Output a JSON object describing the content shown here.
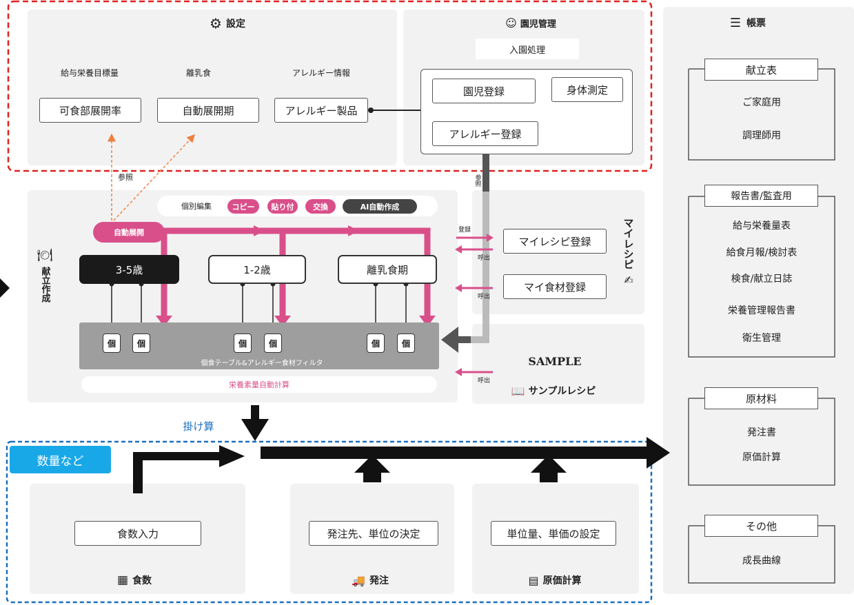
{
  "settings": {
    "title": "設定",
    "items": [
      {
        "label": "給与栄養目標量",
        "value": "可食部展開率"
      },
      {
        "label": "離乳食",
        "value": "自動展開期"
      },
      {
        "label": "アレルギー情報",
        "value": "アレルギー製品"
      }
    ],
    "ref_label": "参照"
  },
  "child_mgmt": {
    "title": "園児管理",
    "admission": "入園処理",
    "register": "園児登録",
    "measure": "身体測定",
    "allergy": "アレルギー登録",
    "link_label": "参照"
  },
  "menu": {
    "title": "献立作成",
    "toolbar": {
      "individual": "個別編集",
      "copy": "コピー",
      "paste": "貼り付",
      "swap": "交換",
      "ai": "AI自動作成"
    },
    "auto": "自動展開",
    "ages": [
      "3-5歳",
      "1-2歳",
      "離乳食期"
    ],
    "individual_mark": "個",
    "filter": "個食テーブル&アレルギー食材フィルタ",
    "calc": "栄養素量自動計算"
  },
  "myrecipe": {
    "title": "マイレシピ",
    "recipe": "マイレシピ登録",
    "ingredient": "マイ食材登録",
    "register_label": "登録",
    "call_label": "呼出"
  },
  "sample": {
    "title": "SAMPLE",
    "label": "サンプルレシピ",
    "call_label": "呼出"
  },
  "multiply": "掛け算",
  "quantity_badge": "数量など",
  "bottom": [
    {
      "box": "食数入力",
      "title": "食数"
    },
    {
      "box": "発注先、単位の決定",
      "title": "発注"
    },
    {
      "box": "単位量、単価の設定",
      "title": "原価計算"
    }
  ],
  "reports": {
    "title": "帳票",
    "groups": [
      {
        "header": "献立表",
        "items": [
          "ご家庭用",
          "調理師用"
        ]
      },
      {
        "header": "報告書/監査用",
        "items": [
          "給与栄養量表",
          "給食月報/検討表",
          "検食/献立日誌",
          "栄養管理報告書",
          "衛生管理"
        ]
      },
      {
        "header": "原材料",
        "items": [
          "発注書",
          "原価計算"
        ]
      },
      {
        "header": "その他",
        "items": [
          "成長曲線"
        ]
      }
    ]
  },
  "colors": {
    "pink": "#d94f8a",
    "red_dash": "#e02020",
    "blue_dash": "#1a6ec0",
    "badge": "#18a8e8",
    "panel": "#f2f2f2"
  }
}
